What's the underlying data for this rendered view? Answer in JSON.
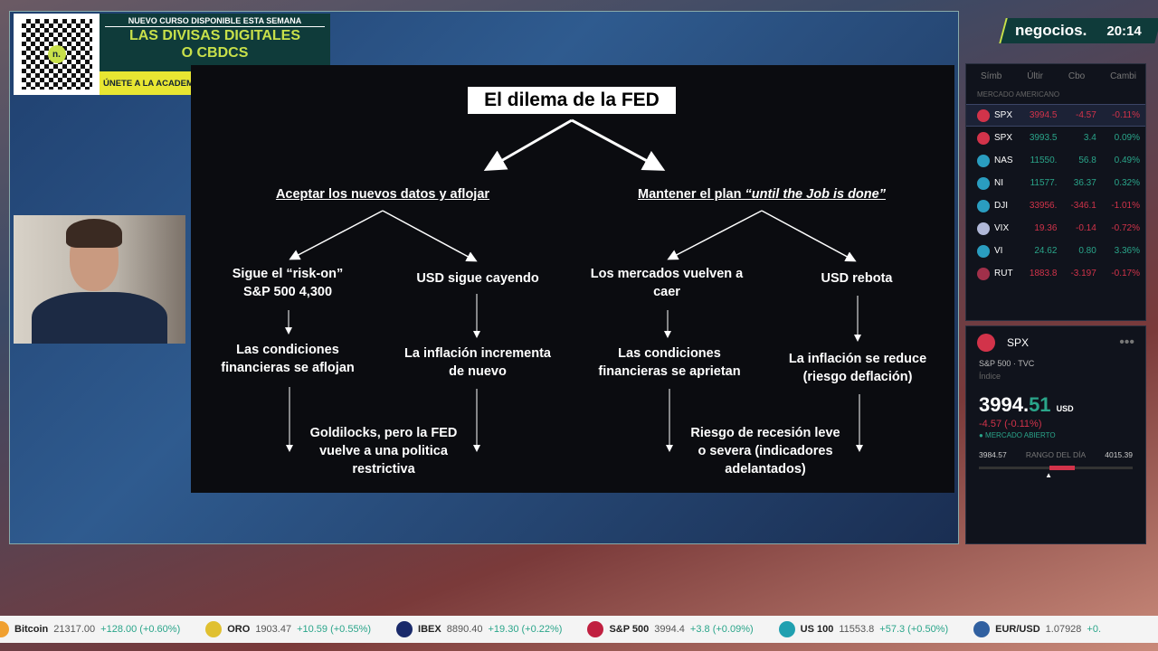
{
  "promo": {
    "kicker": "NUEVO CURSO DISPONIBLE ESTA SEMANA",
    "title_line1": "LAS DIVISAS DIGITALES",
    "title_line2": "O CBDCS",
    "cta": "ÚNETE A LA ACADEMIA DE NEGOCIOS TV",
    "qr_logo": "n."
  },
  "brand": {
    "name": "negocios.",
    "time": "20:14"
  },
  "slide": {
    "title": "El dilema de la FED",
    "left_heading": "Aceptar los nuevos datos y aflojar",
    "right_heading_prefix": "Mantener el plan ",
    "right_heading_italic": "“until the Job is done”",
    "n1a": "Sigue el “risk-on”",
    "n1b": "S&P 500 4,300",
    "n2": "USD sigue cayendo",
    "n3a": "Los mercados vuelven a",
    "n3b": "caer",
    "n4": "USD rebota",
    "m1a": "Las condiciones",
    "m1b": "financieras se aflojan",
    "m2a": "La inflación incrementa",
    "m2b": "de nuevo",
    "m3a": "Las condiciones",
    "m3b": "financieras se aprietan",
    "m4a": "La inflación se reduce",
    "m4b": "(riesgo deflación)",
    "b1a": "Goldilocks, pero la FED",
    "b1b": "vuelve a una politica",
    "b1c": "restrictiva",
    "b2a": "Riesgo de recesión leve",
    "b2b": "o severa (indicadores",
    "b2c": "adelantados)"
  },
  "watchlist": {
    "headers": [
      "Símb",
      "Últir",
      "Cbo",
      "Cambi"
    ],
    "section": "MERCADO AMERICANO",
    "rows": [
      {
        "sym": "SPX",
        "last": "3994.5",
        "chg": "-4.57",
        "pct": "-0.11%",
        "up": false,
        "color": "#d2334a"
      },
      {
        "sym": "SPX",
        "last": "3993.5",
        "chg": "3.4",
        "pct": "0.09%",
        "up": true,
        "color": "#d2334a"
      },
      {
        "sym": "NAS",
        "last": "11550.",
        "chg": "56.8",
        "pct": "0.49%",
        "up": true,
        "color": "#2a9dc0"
      },
      {
        "sym": "NI",
        "last": "11577.",
        "chg": "36.37",
        "pct": "0.32%",
        "up": true,
        "color": "#2a9dc0"
      },
      {
        "sym": "DJI",
        "last": "33956.",
        "chg": "-346.1",
        "pct": "-1.01%",
        "up": false,
        "color": "#2a9dc0"
      },
      {
        "sym": "VIX",
        "last": "19.36",
        "chg": "-0.14",
        "pct": "-0.72%",
        "up": false,
        "color": "#b0b8d8"
      },
      {
        "sym": "VI",
        "last": "24.62",
        "chg": "0.80",
        "pct": "3.36%",
        "up": true,
        "color": "#2a9dc0"
      },
      {
        "sym": "RUT",
        "last": "1883.8",
        "chg": "-3.197",
        "pct": "-0.17%",
        "up": false,
        "color": "#a0304a"
      }
    ]
  },
  "detail": {
    "sym": "SPX",
    "desc": "S&P 500 · TVC",
    "sub": "Índice",
    "price_int": "3994.",
    "price_dec": "51",
    "currency": "USD",
    "change": "-4.57 (-0.11%)",
    "status": "● MERCADO ABIERTO",
    "low": "3984.57",
    "range_label": "RANGO DEL DÍA",
    "high": "4015.39",
    "range_position": 0.46
  },
  "ticker": [
    {
      "name": "Bitcoin",
      "value": "21317.00",
      "change": "+128.00 (+0.60%)",
      "up": true,
      "color": "#f0a030"
    },
    {
      "name": "ORO",
      "value": "1903.47",
      "change": "+10.59 (+0.55%)",
      "up": true,
      "color": "#e0c030"
    },
    {
      "name": "IBEX",
      "value": "8890.40",
      "change": "+19.30 (+0.22%)",
      "up": true,
      "color": "#1a2a6a"
    },
    {
      "name": "S&P 500",
      "value": "3994.4",
      "change": "+3.8 (+0.09%)",
      "up": true,
      "color": "#c02040"
    },
    {
      "name": "US 100",
      "value": "11553.8",
      "change": "+57.3 (+0.50%)",
      "up": true,
      "color": "#20a0b0"
    },
    {
      "name": "EUR/USD",
      "value": "1.07928",
      "change": "+0.",
      "up": true,
      "color": "#3060a0"
    }
  ]
}
